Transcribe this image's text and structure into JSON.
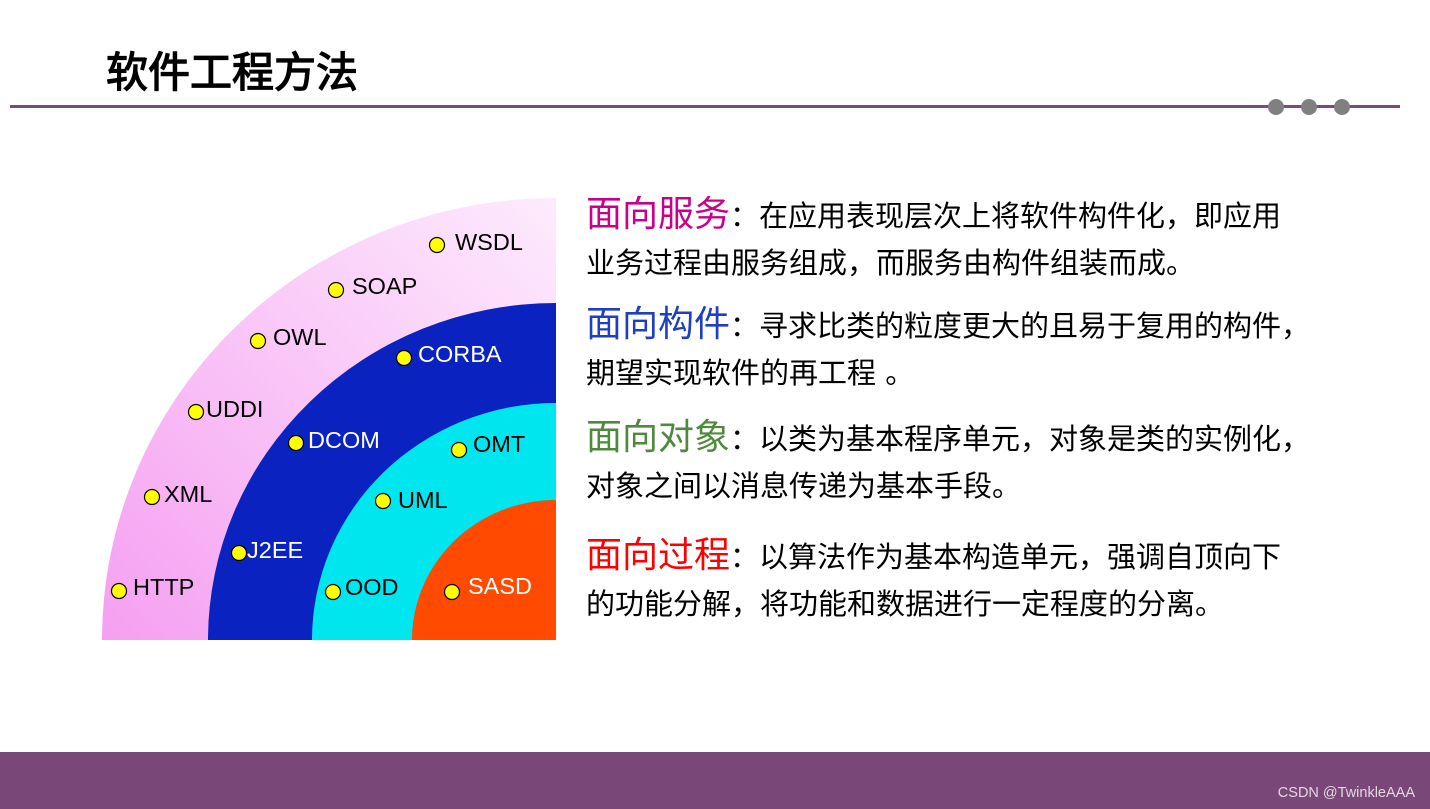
{
  "slide": {
    "title": "软件工程方法",
    "accent_color": "#7b4a7d",
    "rule_dot_color": "#808080",
    "footer_color": "#7a4878",
    "watermark": "CSDN @TwinkleAAA",
    "watermark_color": "#e2d8e2"
  },
  "diagram": {
    "marker_color": "#ffff00",
    "rings": [
      {
        "gradient": [
          "#f59ff1",
          "#fdebfd"
        ],
        "label_color": "#000000",
        "labels": [
          "WSDL",
          "SOAP",
          "OWL",
          "UDDI",
          "XML",
          "HTTP"
        ]
      },
      {
        "fill": "#0a23c0",
        "label_color": "#ffffff",
        "labels": [
          "CORBA",
          "DCOM",
          "J2EE"
        ]
      },
      {
        "fill": "#00e6ee",
        "label_color": "#000000",
        "labels": [
          "OMT",
          "UML",
          "OOD"
        ]
      },
      {
        "fill": "#ff4a00",
        "label_color": "#ffffff",
        "labels": [
          "SASD"
        ]
      }
    ]
  },
  "methods": [
    {
      "heading": "面向服务",
      "color": "#c8008c",
      "lines": [
        "：在应用表现层次上将软件构件化，即应用",
        "业务过程由服务组成，而服务由构件组装而成。"
      ]
    },
    {
      "heading": "面向构件",
      "color": "#1f3fc2",
      "lines": [
        "：寻求比类的粒度更大的且易于复用的构件，",
        "期望实现软件的再工程 。"
      ]
    },
    {
      "heading": "面向对象",
      "color": "#4e8a3c",
      "lines": [
        "：以类为基本程序单元，对象是类的实例化，",
        "对象之间以消息传递为基本手段。"
      ]
    },
    {
      "heading": "面向过程",
      "color": "#ff0000",
      "lines": [
        "：以算法作为基本构造单元，强调自顶向下",
        "的功能分解，将功能和数据进行一定程度的分离。"
      ]
    }
  ]
}
